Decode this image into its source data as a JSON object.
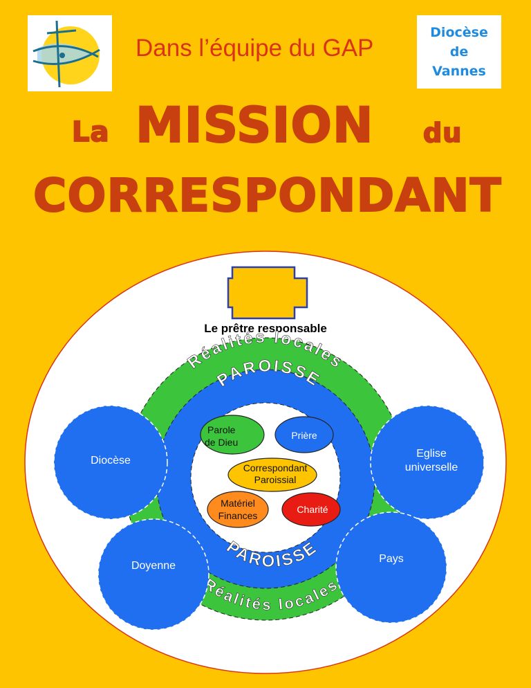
{
  "header": {
    "title": "Dans l’équipe du GAP",
    "diocese_line1": "Diocèse",
    "diocese_line2": "de",
    "diocese_line3": "Vannes"
  },
  "main_title": {
    "word1": "La",
    "word2": "MISSION",
    "word3": "du",
    "word4": "CORRESPONDANT"
  },
  "diagram": {
    "priest_label": "Le prêtre responsable",
    "outer_ring_label": "Réalités locales",
    "inner_ring_label": "PAROISSE",
    "center_items": {
      "parole": [
        "Parole",
        "de Dieu"
      ],
      "priere": "Prière",
      "correspondant": [
        "Correspondant",
        "Paroissial"
      ],
      "materiel": [
        "Matériel",
        "Finances"
      ],
      "charite": "Charité"
    },
    "satellites": {
      "diocese": "Diocèse",
      "eglise": [
        "Eglise",
        "universelle"
      ],
      "doyenne": "Doyenne",
      "pays": "Pays"
    }
  },
  "colors": {
    "background": "#FFC400",
    "title": "#C8400F",
    "green_ring": "#3CC43C",
    "blue_ring": "#1F6FF0",
    "cross": "#FFC400",
    "diocese_text": "#1E8BE0"
  }
}
